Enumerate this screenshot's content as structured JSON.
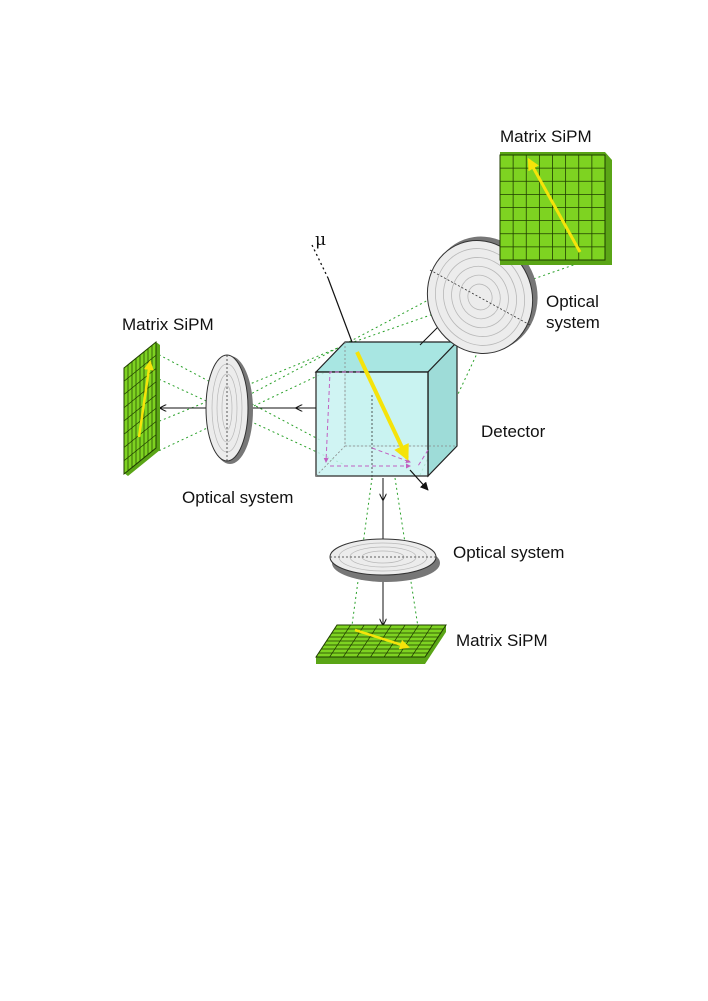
{
  "labels": {
    "sipm_top": "Matrix SiPM",
    "sipm_left": "Matrix SiPM",
    "sipm_bottom": "Matrix SiPM",
    "optics_top_line1": "Optical",
    "optics_top_line2": "system",
    "optics_left": "Optical system",
    "optics_bottom": "Optical system",
    "detector": "Detector",
    "muon": "μ"
  },
  "colors": {
    "sipm_fill": "#7ed321",
    "sipm_grid": "#1f3d00",
    "track": "#f5e30a",
    "detector_fill": "#bff0ee",
    "detector_edge": "#222222",
    "light_path": "#c060c0",
    "projection": "#2aa12a",
    "lens_fill": "#ececec"
  },
  "icons": [
    "muon-track-arrow",
    "lens-rings"
  ]
}
